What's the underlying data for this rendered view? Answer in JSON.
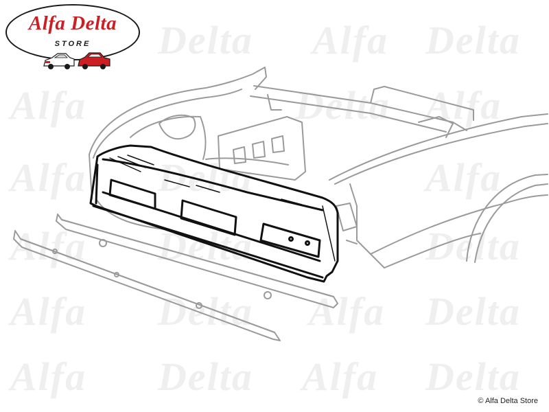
{
  "logo": {
    "brand": "Alfa Delta",
    "sub": "STORE"
  },
  "watermark": {
    "text_a": "Alfa",
    "text_b": "Delta"
  },
  "copyright": "© Alfa Delta Store",
  "colors": {
    "brand_red": "#cc1f24",
    "line_gray": "#9a9a9a",
    "part_black": "#111111",
    "watermark": "#efefef"
  }
}
